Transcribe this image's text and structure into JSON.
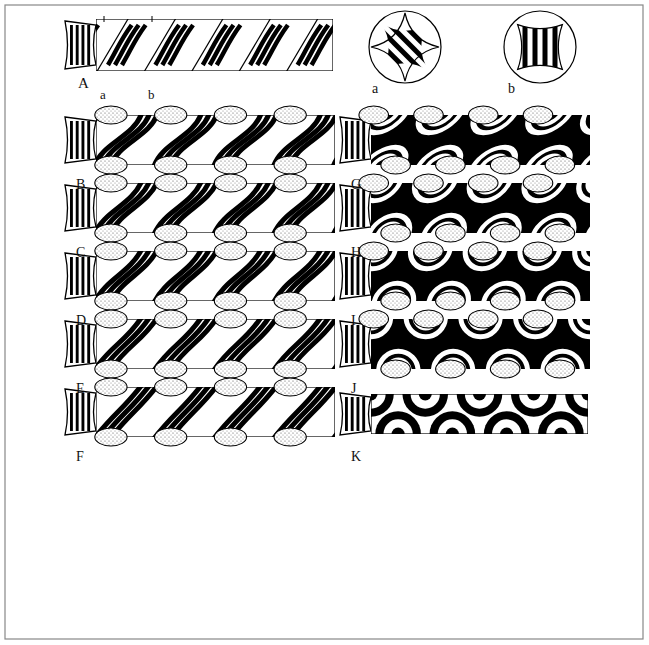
{
  "diagram": {
    "labels": [
      "A",
      "a",
      "b",
      "a",
      "b",
      "B",
      "C",
      "D",
      "E",
      "F",
      "G",
      "H",
      "I",
      "J",
      "K"
    ]
  }
}
